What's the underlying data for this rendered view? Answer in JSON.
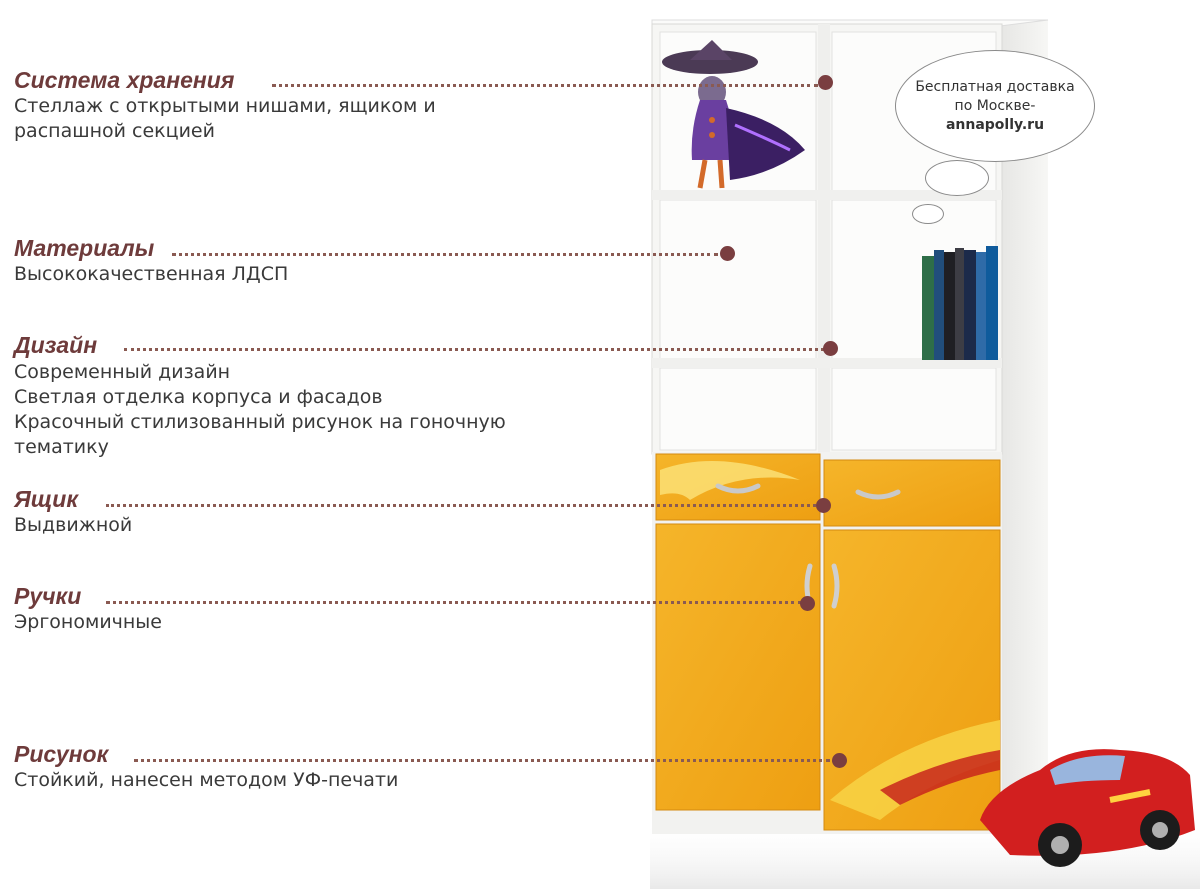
{
  "features": [
    {
      "title": "Система хранения",
      "lines": [
        "Стеллаж с открытыми нишами, ящиком и",
        "распашной секцией"
      ]
    },
    {
      "title": "Материалы",
      "lines": [
        "Высококачественная ЛДСП"
      ]
    },
    {
      "title": "Дизайн",
      "lines": [
        "Современный дизайн",
        "Светлая отделка корпуса и фасадов",
        "Красочный стилизованный рисунок на гоночную",
        "тематику"
      ]
    },
    {
      "title": "Ящик",
      "lines": [
        "Выдвижной"
      ]
    },
    {
      "title": "Ручки",
      "lines": [
        "Эргономичные"
      ]
    },
    {
      "title": "Рисунок",
      "lines": [
        "Стойкий, нанесен методом УФ-печати"
      ]
    }
  ],
  "delivery": {
    "line1": "Бесплатная доставка",
    "line2": "по Москве-",
    "site": "annapolly.ru"
  },
  "colors": {
    "title": "#6e3b3b",
    "bullet": "#7a3e40",
    "door": "#f0a81e",
    "cabinet_body": "#f6f6f4"
  },
  "decor": {
    "figurine": "caped-duck-figurine",
    "books": "book-stack",
    "toy_car": "red-race-car-toy"
  }
}
